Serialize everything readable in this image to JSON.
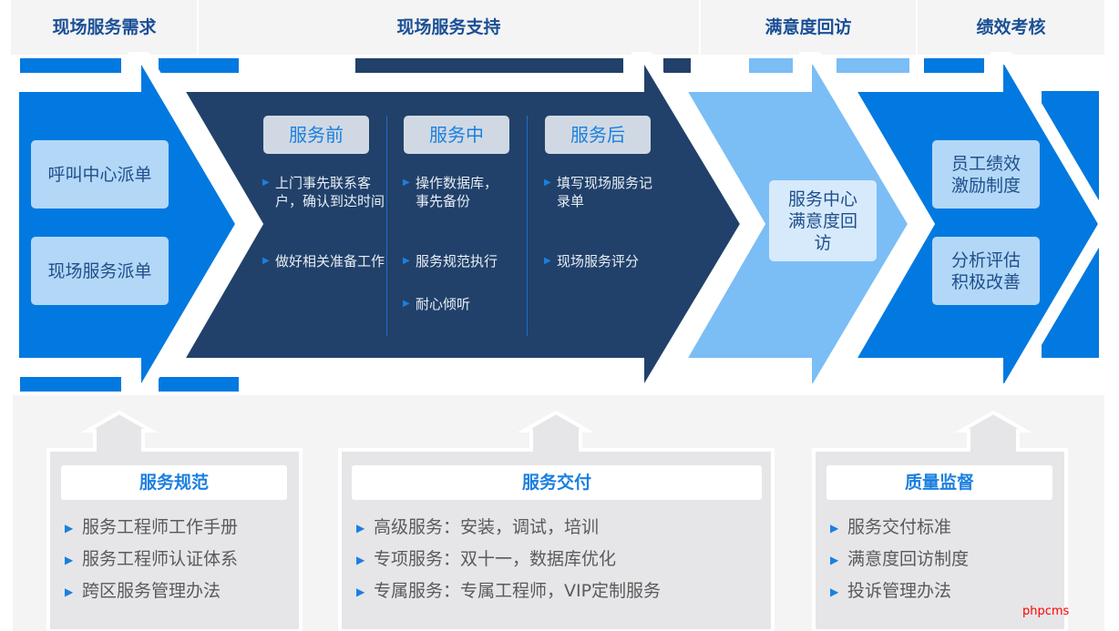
{
  "colors": {
    "blue": "#0279e0",
    "dark": "#21416a",
    "light": "#7bbdf5",
    "box": "#b3d7f7",
    "center_box": "#d7eafc",
    "tab": "#d0d9e3",
    "accent": "#1b7fe0"
  },
  "header": [
    "现场服务需求",
    "现场服务支持",
    "满意度回访",
    "绩效考核"
  ],
  "stage1": {
    "boxes": [
      "呼叫中心派单",
      "现场服务派单"
    ]
  },
  "stage2": {
    "columns": [
      {
        "tab": "服务前",
        "items": [
          "上门事先联系客户，确认到达时间",
          "做好相关准备工作"
        ]
      },
      {
        "tab": "服务中",
        "items": [
          "操作数据库，事先备份",
          "服务规范执行",
          "耐心倾听"
        ]
      },
      {
        "tab": "服务后",
        "items": [
          "填写现场服务记录单",
          "现场服务评分"
        ]
      }
    ]
  },
  "stage3": {
    "box": "服务中心满意度回访"
  },
  "stage4": {
    "boxes": [
      "员工绩效激励制度",
      "分析评估积极改善"
    ]
  },
  "panels": [
    {
      "title": "服务规范",
      "items": [
        "服务工程师工作手册",
        "服务工程师认证体系",
        "跨区服务管理办法"
      ]
    },
    {
      "title": "服务交付",
      "items": [
        "高级服务：安装，调试，培训",
        "专项服务：双十一，数据库优化",
        "专属服务：专属工程师，VIP定制服务"
      ]
    },
    {
      "title": "质量监督",
      "items": [
        "服务交付标准",
        "满意度回访制度",
        "投诉管理办法"
      ]
    }
  ],
  "watermark": "phpcms"
}
